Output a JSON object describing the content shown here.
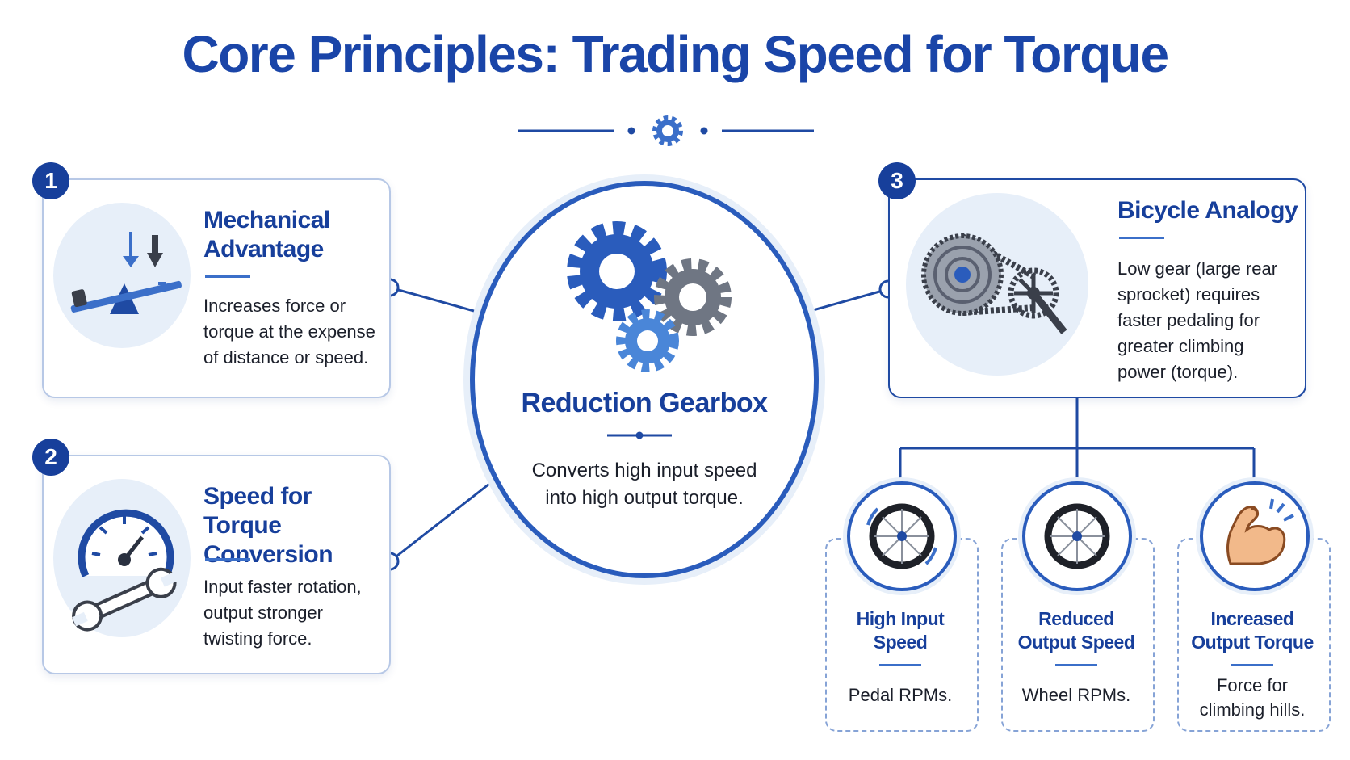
{
  "title": "Core Principles: Trading Speed for Torque",
  "colors": {
    "primary": "#173f9b",
    "accent": "#2a5cbc",
    "light": "#e7eff9",
    "border": "#b7c8e6"
  },
  "center": {
    "title": "Reduction Gearbox",
    "text_line1": "Converts high input speed",
    "text_line2": "into high output torque.",
    "icon": "gears-icon"
  },
  "cards": [
    {
      "number": "1",
      "title_line1": "Mechanical",
      "title_line2": "Advantage",
      "text_line1": "Increases force or",
      "text_line2": "torque at the expense",
      "text_line3": "of distance or speed.",
      "icon": "lever-icon"
    },
    {
      "number": "2",
      "title_line1": "Speed for",
      "title_line2": "Torque Conversion",
      "text_line1": "Input faster rotation,",
      "text_line2": "output stronger",
      "text_line3": "twisting force.",
      "icon": "gauge-wrench-icon"
    },
    {
      "number": "3",
      "title_line1": "Bicycle Analogy",
      "text_line1": "Low gear (large rear",
      "text_line2": "sprocket) requires",
      "text_line3": "faster pedaling for",
      "text_line4": "greater climbing",
      "text_line5": "power (torque).",
      "icon": "bicycle-drivetrain-icon"
    }
  ],
  "outcomes": [
    {
      "title_line1": "High Input",
      "title_line2": "Speed",
      "text_line1": "Pedal RPMs.",
      "text_line2": "",
      "icon": "spinning-wheel-icon"
    },
    {
      "title_line1": "Reduced",
      "title_line2": "Output Speed",
      "text_line1": "Wheel RPMs.",
      "text_line2": "",
      "icon": "wheel-icon"
    },
    {
      "title_line1": "Increased",
      "title_line2": "Output Torque",
      "text_line1": "Force for",
      "text_line2": "climbing hills.",
      "icon": "flexed-arm-icon"
    }
  ]
}
